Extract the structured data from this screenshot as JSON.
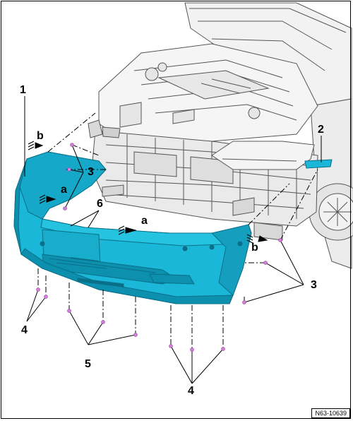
{
  "callouts": {
    "c1": "1",
    "c2": "2",
    "c3a": "3",
    "c3b": "3",
    "c4a": "4",
    "c4b": "4",
    "c5": "5",
    "c6": "6"
  },
  "refs": {
    "a1": "a",
    "a2": "a",
    "b1": "b",
    "b2": "b"
  },
  "figure_id": "N63-10639",
  "colors": {
    "bumper": "#1ab7d8",
    "bumper_dark": "#0d8fae",
    "bumper_shadow": "#0a6f88",
    "clip": "#d27fd6",
    "line": "#000000",
    "car_line": "#555555",
    "car_fill": "#efefef"
  }
}
